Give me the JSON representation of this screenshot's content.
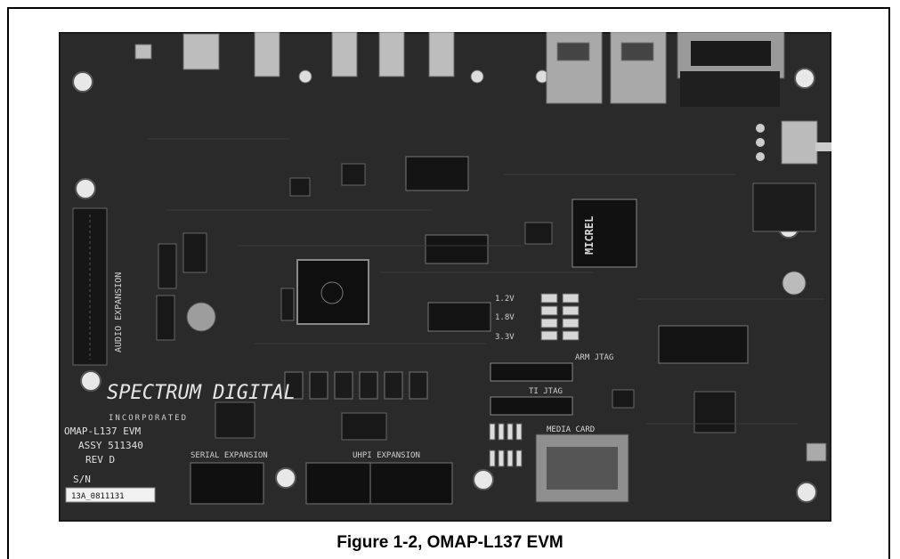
{
  "caption": "Figure 1-2, OMAP-L137 EVM",
  "board": {
    "logo_brand": "SPECTRUM DIGITAL",
    "logo_sub": "INCORPORATED",
    "model": "OMAP-L137 EVM",
    "assy": "ASSY 511340",
    "rev": "REV D",
    "sn_label": "S/N",
    "sn_value": "13A_0811131",
    "micrel_chip": "MICREL",
    "labels": {
      "audio_expansion": "AUDIO EXPANSION",
      "serial_expansion": "SERIAL EXPANSION",
      "uhpi_expansion": "UHPI EXPANSION",
      "media_card": "MEDIA CARD",
      "arm_jtag": "ARM JTAG",
      "ti_jtag": "TI JTAG",
      "v12": "1.2V",
      "v18": "1.8V",
      "v33": "3.3V"
    }
  }
}
